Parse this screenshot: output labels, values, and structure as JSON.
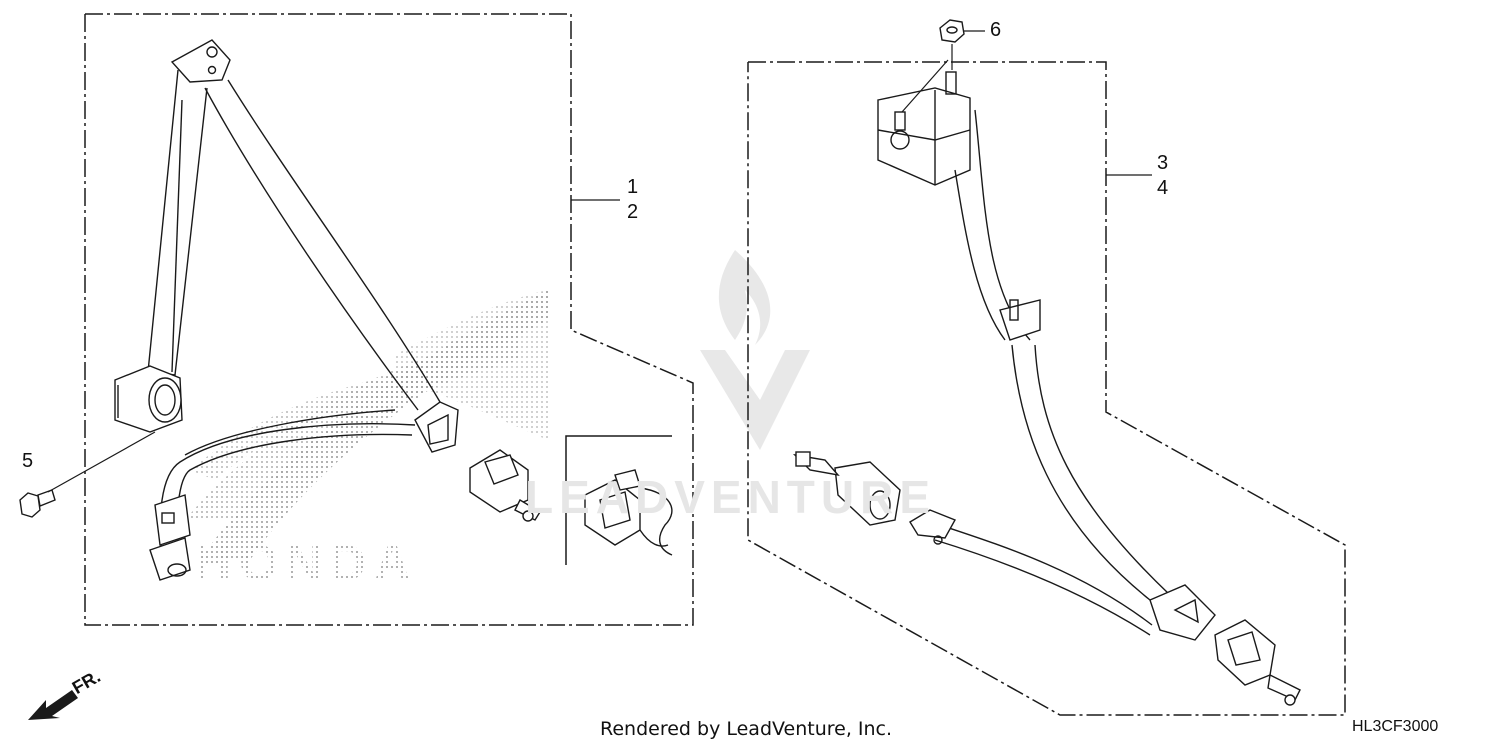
{
  "diagram": {
    "watermark_text": "LEADVENTURE",
    "callouts": {
      "c1": "1",
      "c2": "2",
      "c3": "3",
      "c4": "4",
      "c5": "5",
      "c6": "6"
    },
    "front_label": "FR.",
    "footer_text": "Rendered by LeadVenture, Inc.",
    "diagram_code": "HL3CF3000",
    "colors": {
      "line": "#1a1a1a",
      "dot_pattern": "#9a9a9a",
      "watermark": "#e6e6e6"
    }
  }
}
